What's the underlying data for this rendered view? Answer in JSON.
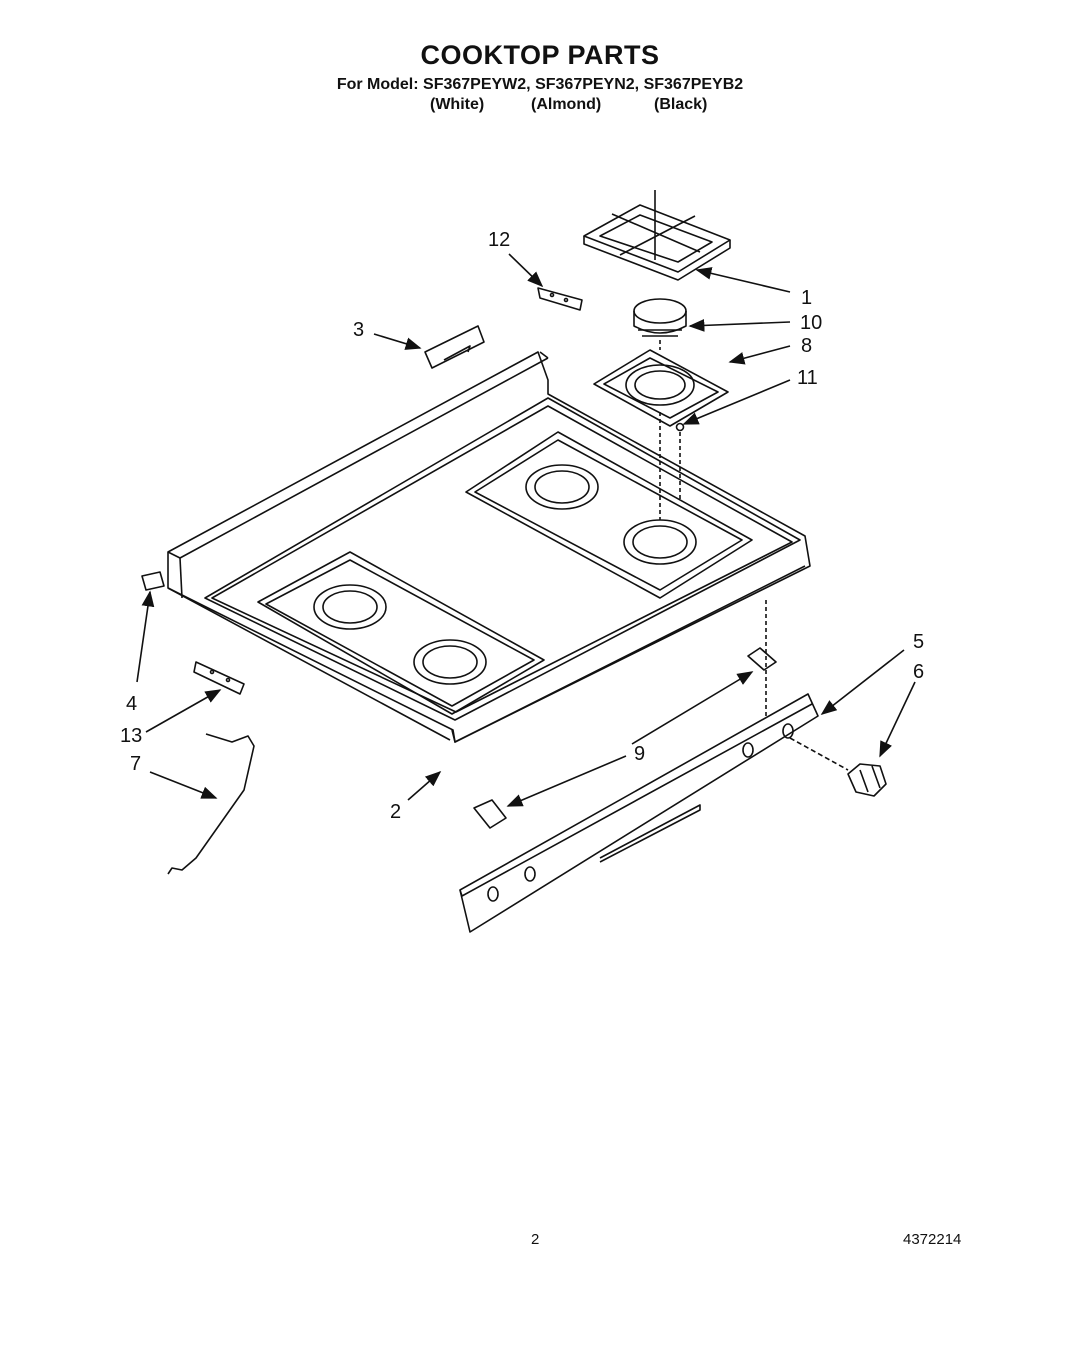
{
  "header": {
    "title": "COOKTOP PARTS",
    "models": "For Model: SF367PEYW2, SF367PEYN2, SF367PEYB2",
    "variants": [
      "(White)",
      "(Almond)",
      "(Black)"
    ]
  },
  "callouts": [
    "1",
    "2",
    "3",
    "4",
    "5",
    "6",
    "7",
    "8",
    "9",
    "9",
    "10",
    "11",
    "12",
    "13"
  ],
  "footer": {
    "page_number": "2",
    "doc_number": "4372214"
  }
}
